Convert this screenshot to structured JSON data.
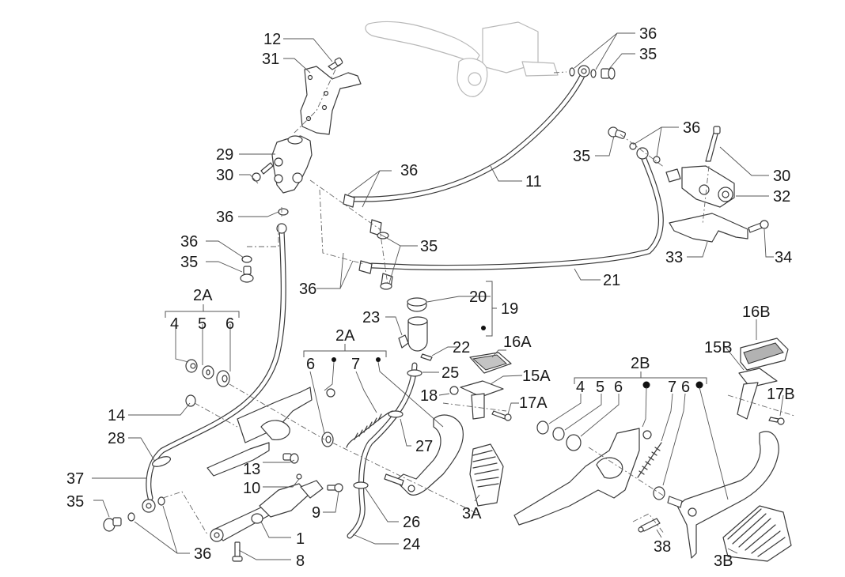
{
  "diagram": {
    "subject": "Brake system exploded parts view",
    "callouts": [
      {
        "id": "12",
        "label": "12"
      },
      {
        "id": "31",
        "label": "31"
      },
      {
        "id": "29",
        "label": "29"
      },
      {
        "id": "30a",
        "label": "30"
      },
      {
        "id": "36a",
        "label": "36"
      },
      {
        "id": "36b",
        "label": "36"
      },
      {
        "id": "35a",
        "label": "35"
      },
      {
        "id": "36c",
        "label": "36"
      },
      {
        "id": "35b",
        "label": "35"
      },
      {
        "id": "11",
        "label": "11"
      },
      {
        "id": "36d",
        "label": "36"
      },
      {
        "id": "36e",
        "label": "36"
      },
      {
        "id": "35c",
        "label": "35"
      },
      {
        "id": "36f",
        "label": "36"
      },
      {
        "id": "35d",
        "label": "35"
      },
      {
        "id": "30b",
        "label": "30"
      },
      {
        "id": "32",
        "label": "32"
      },
      {
        "id": "33",
        "label": "33"
      },
      {
        "id": "34",
        "label": "34"
      },
      {
        "id": "21",
        "label": "21"
      },
      {
        "id": "20",
        "label": "20"
      },
      {
        "id": "19",
        "label": "19"
      },
      {
        "id": "23",
        "label": "23"
      },
      {
        "id": "22",
        "label": "22"
      },
      {
        "id": "16A",
        "label": "16A"
      },
      {
        "id": "15A",
        "label": "15A"
      },
      {
        "id": "25",
        "label": "25"
      },
      {
        "id": "18",
        "label": "18"
      },
      {
        "id": "17A",
        "label": "17A"
      },
      {
        "id": "27",
        "label": "27"
      },
      {
        "id": "3A",
        "label": "3A"
      },
      {
        "id": "26",
        "label": "26"
      },
      {
        "id": "24",
        "label": "24"
      },
      {
        "id": "14",
        "label": "14"
      },
      {
        "id": "28",
        "label": "28"
      },
      {
        "id": "37",
        "label": "37"
      },
      {
        "id": "35e",
        "label": "35"
      },
      {
        "id": "36g",
        "label": "36"
      },
      {
        "id": "13",
        "label": "13"
      },
      {
        "id": "10",
        "label": "10"
      },
      {
        "id": "9",
        "label": "9"
      },
      {
        "id": "1",
        "label": "1"
      },
      {
        "id": "8",
        "label": "8"
      },
      {
        "id": "16B",
        "label": "16B"
      },
      {
        "id": "15B",
        "label": "15B"
      },
      {
        "id": "17B",
        "label": "17B"
      },
      {
        "id": "38",
        "label": "38"
      },
      {
        "id": "3B",
        "label": "3B"
      }
    ],
    "kits": [
      {
        "id": "2A-left",
        "label": "2A",
        "items": [
          "4",
          "5",
          "6"
        ]
      },
      {
        "id": "2A-center",
        "label": "2A",
        "items": [
          "6",
          "•",
          "7",
          "•"
        ]
      },
      {
        "id": "2B",
        "label": "2B",
        "items": [
          "4",
          "5",
          "6",
          "•",
          "7",
          "6",
          "•"
        ]
      }
    ]
  }
}
